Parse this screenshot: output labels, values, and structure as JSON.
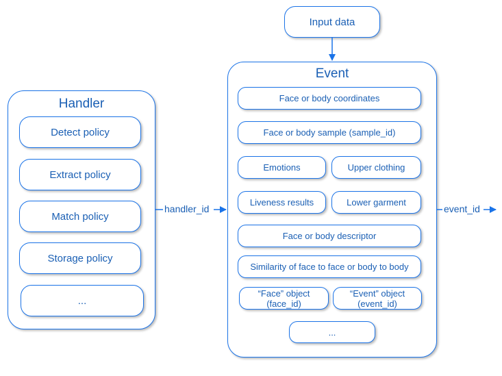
{
  "input": {
    "label": "Input data"
  },
  "handler": {
    "title": "Handler",
    "items": [
      "Detect policy",
      "Extract policy",
      "Match policy",
      "Storage policy",
      "..."
    ]
  },
  "event": {
    "title": "Event",
    "fields": {
      "coords": "Face or body coordinates",
      "sample": "Face or body sample (sample_id)",
      "emotions": "Emotions",
      "upper_clothing": "Upper clothing",
      "liveness": "Liveness results",
      "lower_garment": "Lower garment",
      "descriptor": "Face or body descriptor",
      "similarity": "Similarity of face to face or body to body",
      "face_object": "“Face” object\n(face_id)",
      "event_object": "“Event” object\n(event_id)",
      "more": "..."
    }
  },
  "connectors": {
    "handler_id": "handler_id",
    "event_id": "event_id"
  },
  "colors": {
    "stroke": "#1a73e8",
    "text": "#1a5fb4"
  }
}
